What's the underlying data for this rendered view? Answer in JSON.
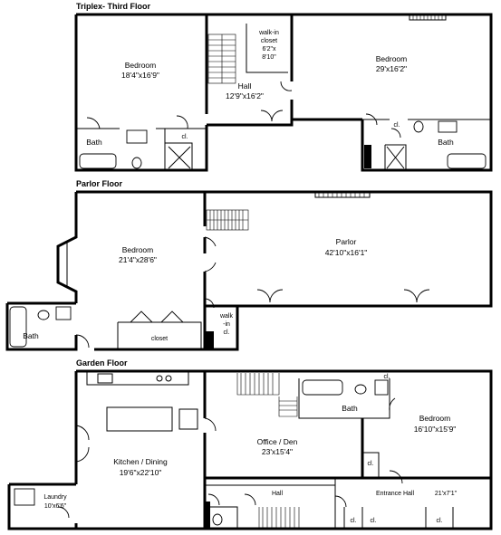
{
  "floors": {
    "third": {
      "title": "Triplex- Third Floor",
      "bedroom_left": {
        "name": "Bedroom",
        "dims": "18'4\"x16'9\""
      },
      "bath_left": "Bath",
      "closet_left": "cl.",
      "hall": {
        "name": "Hall",
        "dims": "12'9\"x16'2\""
      },
      "walkin": {
        "line1": "walk-in",
        "line2": "closet",
        "line3": "6'2\"x",
        "line4": "8'10\""
      },
      "bedroom_right": {
        "name": "Bedroom",
        "dims": "29'x16'2\""
      },
      "bath_right": "Bath",
      "closet_right": "cl."
    },
    "parlor": {
      "title": "Parlor Floor",
      "bedroom": {
        "name": "Bedroom",
        "dims": "21'4\"x28'6\""
      },
      "parlor": {
        "name": "Parlor",
        "dims": "42'10\"x16'1\""
      },
      "bath": "Bath",
      "closet": "closet",
      "walkin": {
        "line1": "walk",
        "line2": "-in",
        "line3": "cl."
      }
    },
    "garden": {
      "title": "Garden Floor",
      "kitchen": {
        "name": "Kitchen / Dining",
        "dims": "19'6\"x22'10\""
      },
      "office": {
        "name": "Office / Den",
        "dims": "23'x15'4\""
      },
      "bath": "Bath",
      "bedroom": {
        "name": "Bedroom",
        "dims": "16'10\"x15'9\""
      },
      "laundry": {
        "name": "Laundry",
        "dims": "10'x6'6\""
      },
      "hall": "Hall",
      "entrance": {
        "name": "Entrance Hall",
        "dims": "21'x7'1\""
      },
      "closet_top": "cl.",
      "closet_mid": "cl.",
      "closet_b1": "cl.",
      "closet_b2": "cl.",
      "closet_b3": "cl."
    }
  }
}
